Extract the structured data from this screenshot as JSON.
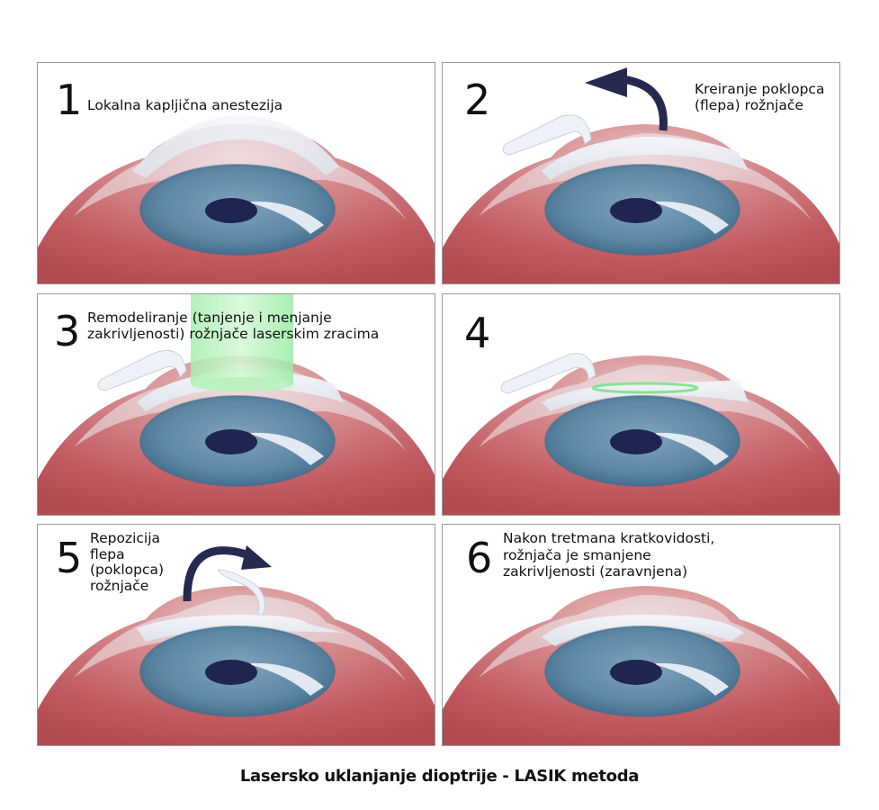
{
  "figure": {
    "caption": "Lasersko uklanjanje dioptrije - LASIK metoda",
    "colors": {
      "sclera_red": "#c96a6f",
      "iris_blue": "#5d86a3",
      "pupil": "#1f2550",
      "cornea": "#e6ecf3",
      "laser_green": "#7ee08a",
      "arrow": "#252a4e"
    },
    "steps": [
      {
        "number": "1",
        "text": "Lokalna kapljična anestezija",
        "illustration": "eye-intact-cornea"
      },
      {
        "number": "2",
        "text": "Kreiranje poklopca\n(flepa) rožnjače",
        "illustration": "flap-lifted",
        "arrow": "counterclockwise-arrow-icon"
      },
      {
        "number": "3",
        "text": "Remodeliranje (tanjenje i menjanje\nzakrivljenosti) rožnjače laserskim zracima",
        "illustration": "laser-beam-on-stroma"
      },
      {
        "number": "4",
        "text": "",
        "illustration": "ablated-stroma-green-ring"
      },
      {
        "number": "5",
        "text": "Repozicija\nflepa\n(poklopca)\nrožnjače",
        "illustration": "flap-repositioned",
        "arrow": "clockwise-arrow-icon"
      },
      {
        "number": "6",
        "text": "Nakon tretmana kratkovidosti,\nrožnjača je smanjene\nzakrivljenosti (zaravnjena)",
        "illustration": "flattened-cornea"
      }
    ]
  }
}
